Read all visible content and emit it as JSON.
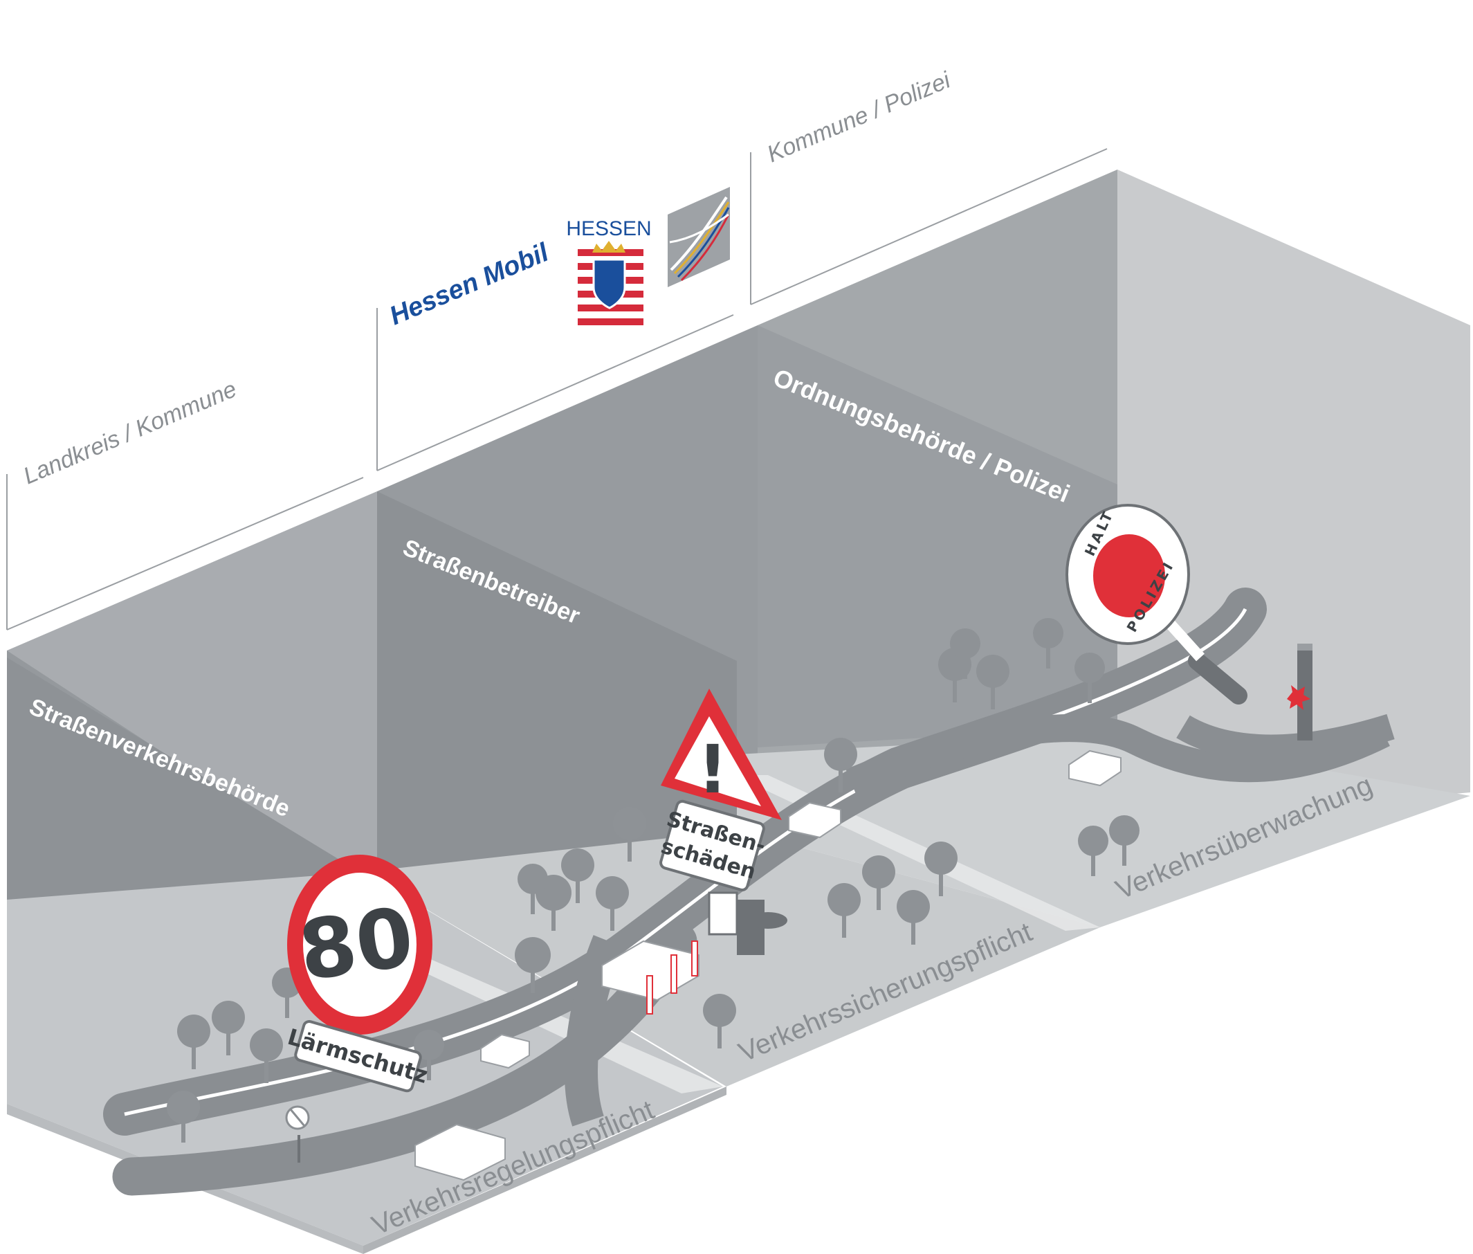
{
  "agency_headers": {
    "left": "Landkreis / Kommune",
    "middle": "Hessen Mobil",
    "right": "Kommune / Polizei"
  },
  "hessen_logo": {
    "text": "HESSEN",
    "stripe_red": "#d52b3b",
    "text_blue": "#0f4a9a"
  },
  "wall_labels": {
    "left": "Straßenverkehrsbehörde",
    "middle": "Straßenbetreiber",
    "right": "Ordnungsbehörde / Polizei"
  },
  "floor_labels": {
    "left": "Verkehrsregelungspflicht",
    "middle": "Verkehrssicherungspflicht",
    "right": "Verkehrsüberwachung"
  },
  "signs": {
    "speed_limit": "80",
    "speed_sub": "Lärmschutz",
    "warning_symbol": "!",
    "warning_sub_1": "Straßen-",
    "warning_sub_2": "schäden",
    "police_top": "HALT",
    "police_bottom": "POLIZEI"
  },
  "colors": {
    "accent_red": "#e03039",
    "wall_dark": "#8e9296",
    "wall_mid": "#a4a8ac",
    "wall_light": "#babdc0",
    "floor": "#c4c7ca",
    "road": "#8a8e92",
    "hessen_blue": "#1a4f9c"
  }
}
